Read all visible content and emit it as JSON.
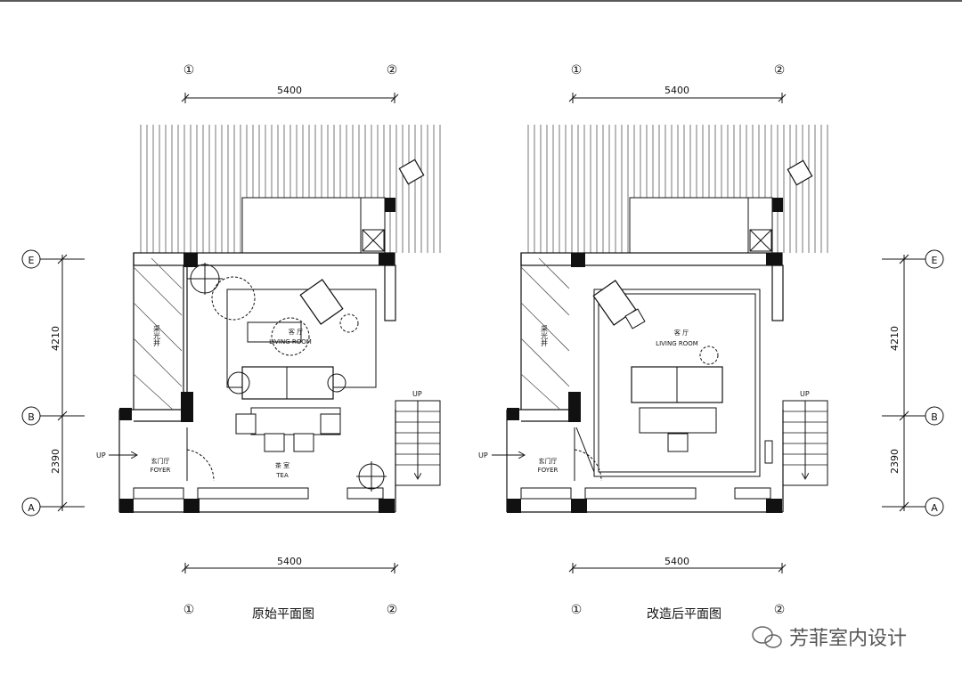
{
  "plans": [
    {
      "caption": "原始平面图",
      "axis_top_left": "①",
      "axis_top_right": "②",
      "axis_bottom_left": "①",
      "axis_bottom_right": "②",
      "dim_top": "5400",
      "dim_bottom": "5400",
      "room_garden": "采光井",
      "room_living_cn": "客 厅",
      "room_living_en": "LIVING ROOM",
      "room_tea_cn": "茶 室",
      "room_tea_en": "TEA",
      "room_foyer_cn": "玄门厅",
      "room_foyer_en": "FOYER",
      "up_left": "UP",
      "up_stair": "UP"
    },
    {
      "caption": "改造后平面图",
      "axis_top_left": "①",
      "axis_top_right": "②",
      "axis_bottom_left": "①",
      "axis_bottom_right": "②",
      "dim_top": "5400",
      "dim_bottom": "5400",
      "room_garden": "采光井",
      "room_living_cn": "客 厅",
      "room_living_en": "LIVING ROOM",
      "room_foyer_cn": "玄门厅",
      "room_foyer_en": "FOYER",
      "up_left": "UP",
      "up_stair": "UP"
    }
  ],
  "left_axes": {
    "top": "E",
    "middle": "B",
    "bottom": "A",
    "dim_upper": "4210",
    "dim_lower": "2390"
  },
  "right_axes": {
    "top": "E",
    "middle": "B",
    "bottom": "A",
    "dim_upper": "4210",
    "dim_lower": "2390"
  },
  "watermark": {
    "text": "芳菲室内设计",
    "icon": "wechat-icon"
  }
}
